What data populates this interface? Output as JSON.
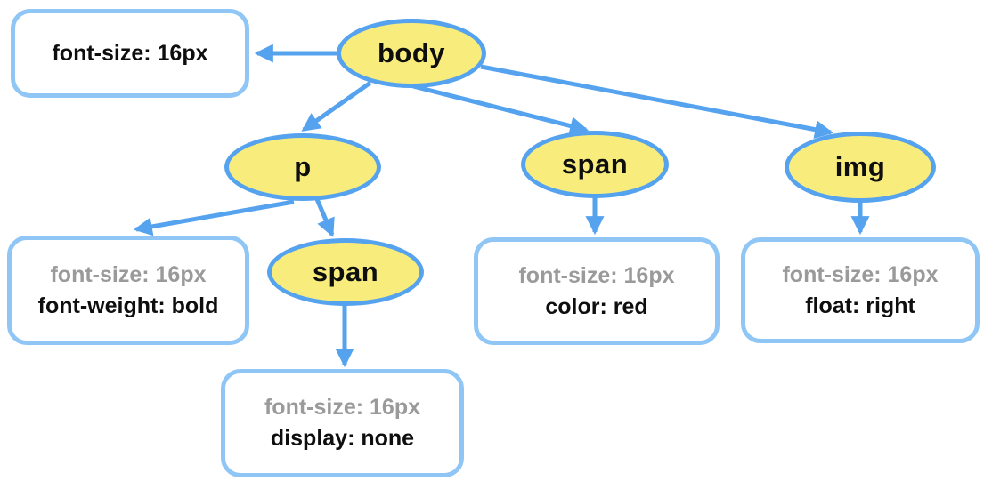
{
  "colors": {
    "node_fill": "#F8EC7D",
    "node_border": "#55A2EE",
    "arrow": "#55A2EE",
    "box_border": "#8FC6F5",
    "box_fill": "#FFFFFF",
    "declared_text": "#0E0E0E",
    "inherited_text": "#9A9A9A",
    "background": "#FFFFFF"
  },
  "tree": {
    "body": {
      "label": "body",
      "styles": {
        "line1": "font-size: 16px"
      }
    },
    "p": {
      "label": "p",
      "styles": {
        "line1": "font-size: 16px",
        "line2": "font-weight: bold"
      }
    },
    "p_span": {
      "label": "span",
      "styles": {
        "line1": "font-size: 16px",
        "line2": "display: none"
      }
    },
    "span": {
      "label": "span",
      "styles": {
        "line1": "font-size: 16px",
        "line2": "color: red"
      }
    },
    "img": {
      "label": "img",
      "styles": {
        "line1": "font-size: 16px",
        "line2": "float: right"
      }
    }
  }
}
